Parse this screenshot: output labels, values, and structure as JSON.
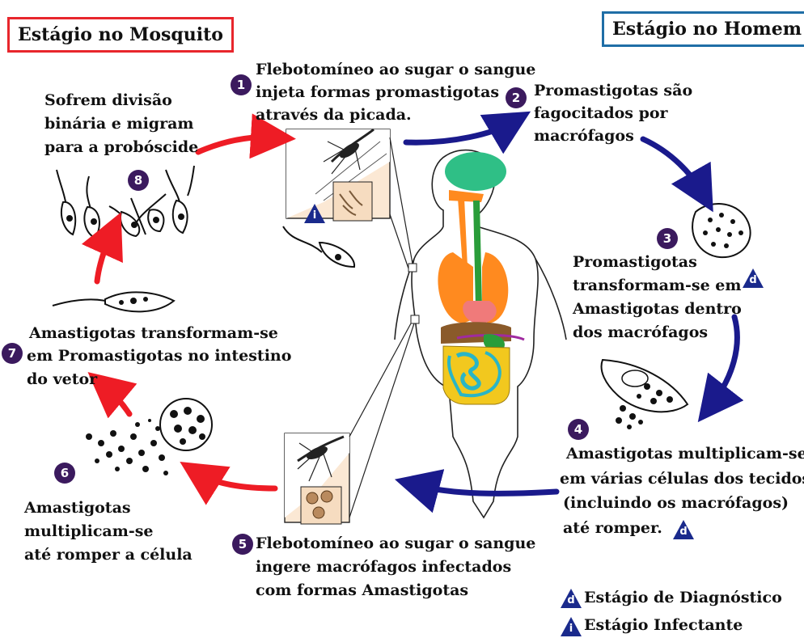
{
  "titles": {
    "mosquito": "Estágio no Mosquito",
    "human": "Estágio no Homem"
  },
  "colors": {
    "mosquito_accent": "#e8262c",
    "human_accent": "#1f6ea6",
    "blue_arrow": "#1a1a8c",
    "red_arrow": "#ee1c25",
    "step_badge": "#3b1a5e",
    "marker": "#1a2a8c"
  },
  "steps": [
    {
      "n": "1",
      "lines": [
        "Flebotomíneo ao sugar o sangue",
        "injeta formas promastigotas",
        "através da picada."
      ]
    },
    {
      "n": "2",
      "lines": [
        "Promastigotas são",
        "fagocitados por",
        "macrófagos"
      ]
    },
    {
      "n": "3",
      "lines": [
        "Promastigotas",
        "transformam-se em",
        "Amastigotas dentro",
        "dos macrófagos"
      ]
    },
    {
      "n": "4",
      "lines": [
        "Amastigotas multiplicam-se",
        "em várias células dos tecidos",
        "(incluindo os macrófagos)",
        "até romper."
      ]
    },
    {
      "n": "5",
      "lines": [
        "Flebotomíneo ao sugar o sangue",
        "ingere macrófagos infectados",
        "com formas Amastigotas"
      ]
    },
    {
      "n": "6",
      "lines": [
        "Amastigotas",
        "multiplicam-se",
        "até romper a célula"
      ]
    },
    {
      "n": "7",
      "lines": [
        "Amastigotas transformam-se",
        "em Promastigotas no intestino",
        "do vetor"
      ]
    },
    {
      "n": "8",
      "lines": [
        "Sofrem divisão",
        "binária e migram",
        "para a probóscide"
      ]
    }
  ],
  "markers": {
    "diagnostic": "d",
    "infective": "i"
  },
  "legend": [
    {
      "symbol": "d",
      "label": "Estágio de Diagnóstico"
    },
    {
      "symbol": "i",
      "label": "Estágio Infectante"
    }
  ]
}
